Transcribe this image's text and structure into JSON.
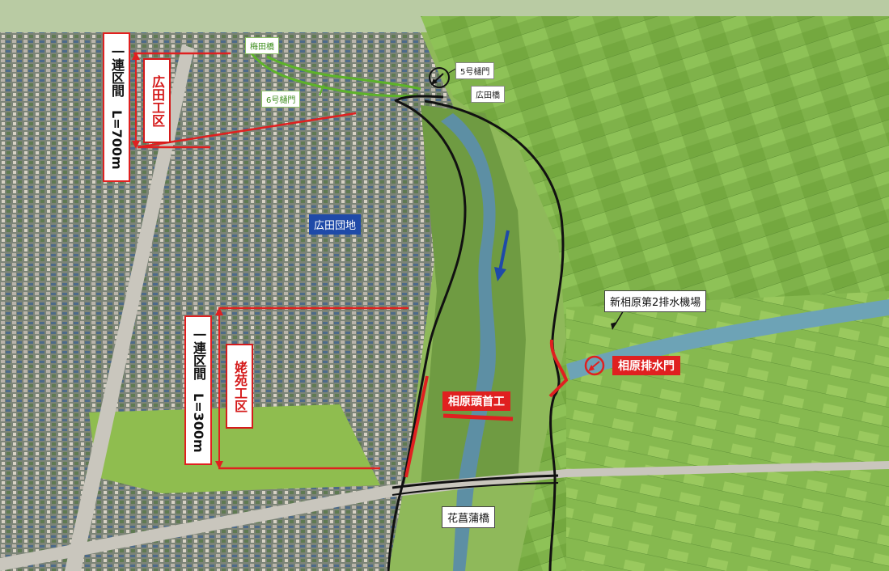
{
  "labels": {
    "umeda_bridge": "梅田橋",
    "sluice_6": "6号樋門",
    "sluice_5": "5号樋門",
    "hirota_bridge": "広田橋",
    "hirota_danchi": "広田団地",
    "pump_station": "新相原第2排水機場",
    "aihara_gate": "相原排水門",
    "head_works": "相原頭首工",
    "hanashobu_bridge": "花菖蒲橋"
  },
  "sections": {
    "hirota": {
      "name": "広田工区",
      "span": "一連区間　L=700m"
    },
    "waen": {
      "name": "姥苑工区",
      "span": "一連区間　L=300m"
    }
  },
  "colors": {
    "annotation_red": "#e02020",
    "levee_black": "#111111",
    "river_green": "#5db32a",
    "flow_blue": "#1f4aa8"
  }
}
